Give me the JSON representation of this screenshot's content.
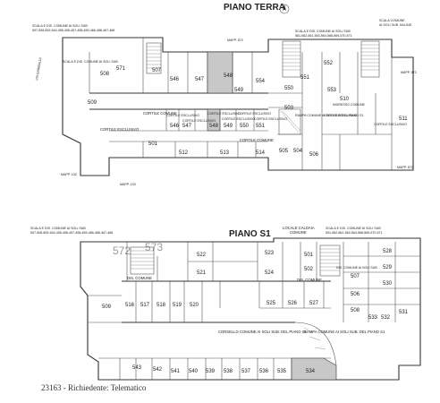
{
  "upper": {
    "title": "PIANO TERRA",
    "scala_left": "SCALA E DIS. COMUNE AI SOLI SUB",
    "scala_left_nums": "507-508-509-544-455-456-457-458-459-466-488-467-468",
    "scala_right": "SCALA COMUNE",
    "scala_right_sub": "AI SOLI SUB. 544-545",
    "scala_mid": "SCALA E DIS. COMUNE AI SOLI SUB",
    "scala_mid_nums": "561-562-561-563-564-568-569-570-571",
    "mapp_top": "MAPP. 572",
    "mapp_right": "MAPP. 572",
    "mapp_bottom_right": "MAPP. 572",
    "mapp_bottom_left": "MAPP. 102",
    "mapp_bottom_mid": "MAPP. 103",
    "left_street": "VIA GARIBALDI",
    "rooms": [
      "571",
      "507",
      "508",
      "509",
      "510",
      "511",
      "512",
      "513",
      "514",
      "501",
      "503",
      "504",
      "505",
      "506",
      "547",
      "548",
      "549",
      "550",
      "551",
      "552",
      "553",
      "546",
      "554"
    ],
    "labels": {
      "cortile_escl_509": "CORTILE ESCLUSIVO",
      "cortile_comune": "CORTILE COMUNE",
      "cortile_comune_2": "CORTILE COMUNE",
      "cortile_escl_546": "CORTILE ESCLUSIVO",
      "cortile_escl_547": "CORTILE ESCLUSIVO",
      "cortile_escl_548": "CORTILE ESCLUSIVO",
      "cortile_escl_549": "CORTILE ESCLUSIVO",
      "cortile_escl_550": "CORTILE ESCLUSIVO",
      "cortile_escl_551": "CORTILE ESCLUSIVO",
      "cortile_escl_511": "CORTILE ESCLUSIVO",
      "rampa": "RAMPA COMUNE AI SOLI SUB DEL PIANO S1",
      "ingresso": "INGRESSO COMUNE",
      "cortile_escl_small": "CORTILE ESCLUSIVO",
      "sub_left": "SCALA E DIS. COMUNE AI SOLI SUB",
      "rm_546": "546",
      "rm_547": "547",
      "rm_548": "548",
      "rm_549": "549",
      "rm_550": "550",
      "rm_551": "551"
    }
  },
  "lower": {
    "title": "PIANO S1",
    "scala_left": "SCALA E DIS. COMUNE AI SOLI SUB",
    "scala_left_nums": "507-508-509-544-455-456-457-458-459-466-488-467-468",
    "locale": "LOCALE CALDAIA",
    "locale_sub": "COMUNE",
    "scala_right": "SCALA E DIS. COMUNE AI SOLI SUB",
    "scala_right_nums": "501-562-561-563-564-568-569-570-571",
    "dis_comune_left": "DIS. COMUNE",
    "dis_comune_right": "DIS. COMUNE",
    "corsello": "CORSELLO COMUNE AI SOLI SUB. DEL PIANO S1",
    "rampa": "RAMPA COMUNE AI SOLI SUB. DEL PIANO S1",
    "dis_right": "DIS. COMUNE AI SOLI SUB",
    "ghost_572": "572",
    "ghost_573": "573",
    "rooms": [
      "509",
      "516",
      "517",
      "518",
      "519",
      "520",
      "521",
      "522",
      "523",
      "524",
      "525",
      "526",
      "527",
      "528",
      "529",
      "530",
      "531",
      "532",
      "533",
      "534",
      "535",
      "536",
      "537",
      "538",
      "539",
      "540",
      "541",
      "542",
      "543",
      "501",
      "502",
      "506",
      "507",
      "508"
    ]
  },
  "footer": {
    "text": "23163 - Richiedente: Telematico"
  }
}
